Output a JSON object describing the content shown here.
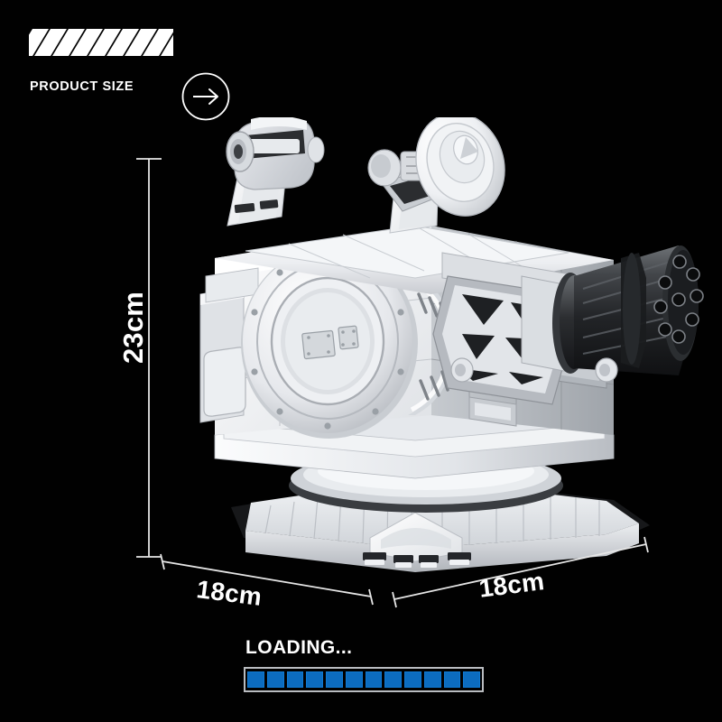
{
  "page": {
    "background_color": "#010101",
    "text_color": "#ffffff"
  },
  "header": {
    "hazard_icon": "hazard-stripes-icon",
    "title": "PRODUCT SIZE",
    "arrow_icon": "arrow-right-circle-icon"
  },
  "dimensions": {
    "height": "23cm",
    "width_left": "18cm",
    "width_right": "18cm",
    "unit": "cm",
    "line_color": "#e6e6e6"
  },
  "model": {
    "name": "ciws-gatling-turret-model",
    "description": "white brick-built close-in weapon system turret with radar dish, optical sensor and rotary cannon",
    "body_color": "#e9ebee",
    "shadow_color": "#a8acb2",
    "barrel_color": "#2a2c2f"
  },
  "loading": {
    "label": "LOADING...",
    "segment_count": 12,
    "filled_count": 12,
    "fill_color": "#0c6cbf",
    "frame_color": "#b9bcc0",
    "progress_percent": 100
  }
}
